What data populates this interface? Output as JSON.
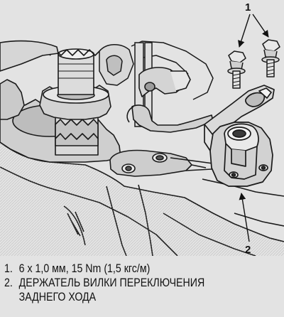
{
  "callouts": {
    "bolts": "1",
    "holder": "2"
  },
  "legend": [
    {
      "number": "1.",
      "text": "6 x 1,0 мм, 15 Nm (1,5 кгс/м)"
    },
    {
      "number": "2.",
      "text": "ДЕРЖАТЕЛЬ ВИЛКИ ПЕРЕКЛЮЧЕНИЯ ЗАДНЕГО ХОДА"
    }
  ],
  "colors": {
    "background": "#e3e3e3",
    "ink": "#1a1a1a",
    "shade": "#b8b8b8",
    "highlight": "#f4f4f4"
  }
}
